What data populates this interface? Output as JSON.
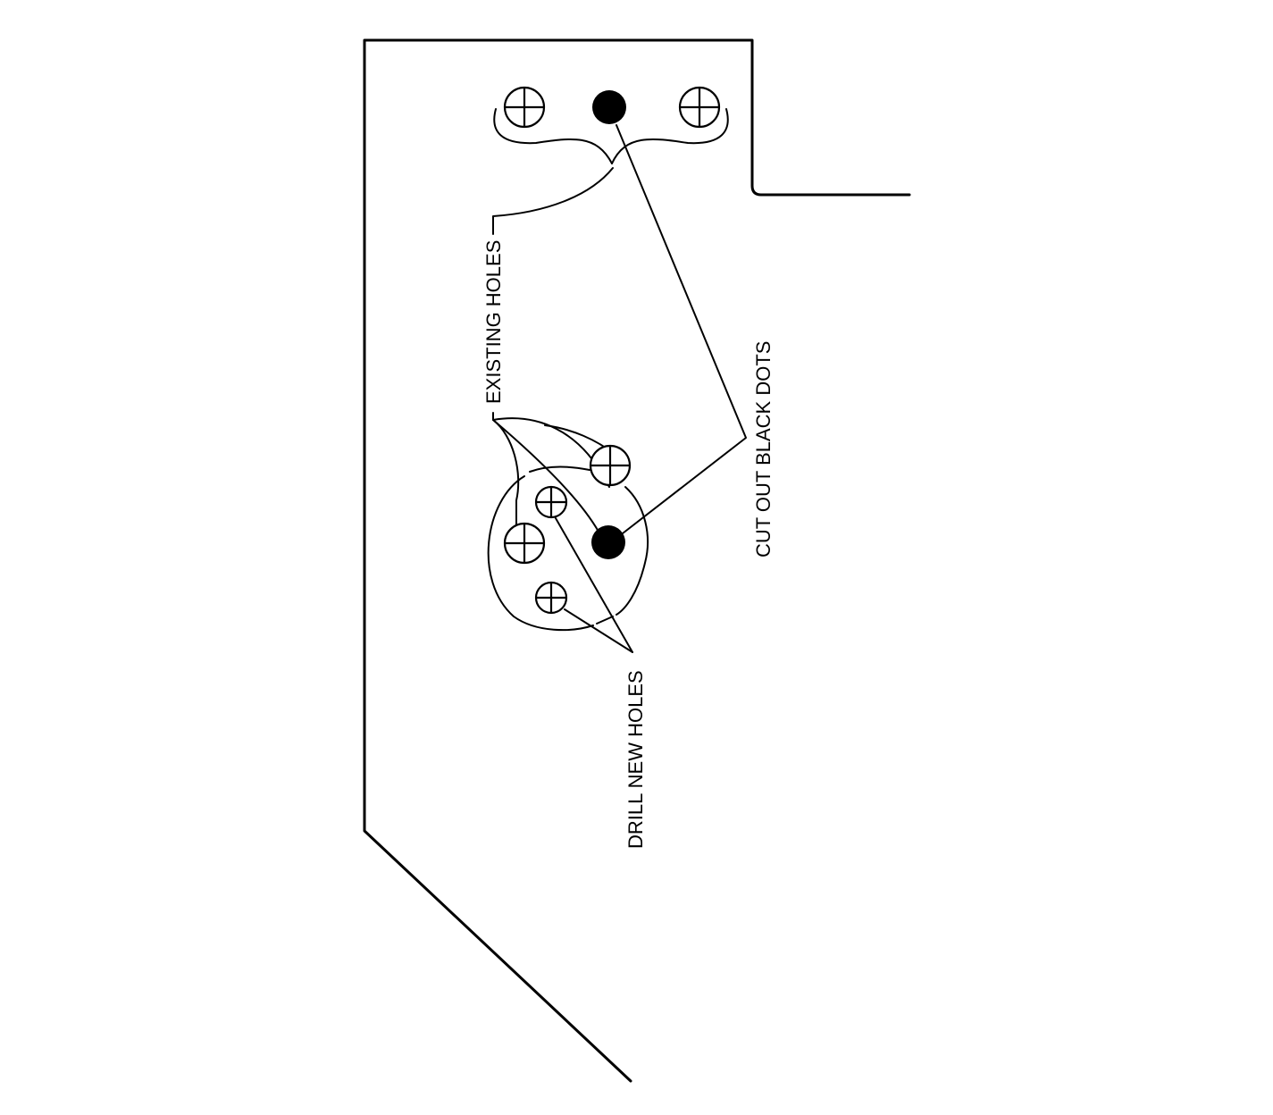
{
  "labels": {
    "existing_holes": "EXISTING HOLES",
    "cut_out_black_dots": "CUT OUT BLACK DOTS",
    "drill_new_holes": "DRILL NEW HOLES"
  }
}
